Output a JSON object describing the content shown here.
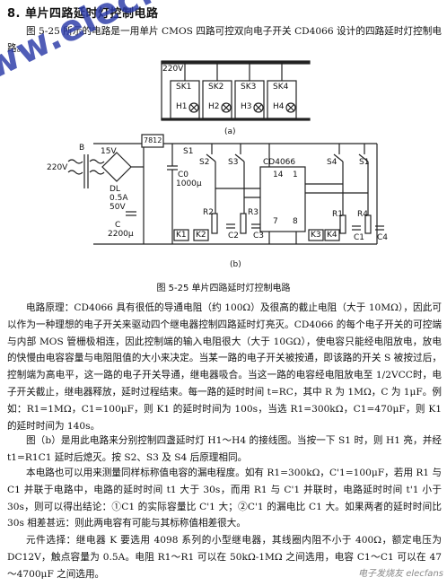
{
  "heading": "8. 单片四路延时灯控制电路",
  "intro": "图 5-25 所示的电路是一用单片 CMOS 四路可控双向电子开关 CD4066 设计的四路延时灯控制电路。",
  "figure": {
    "caption": "图 5-25   单片四路延时灯控制电路",
    "label_a": "(a)",
    "label_b": "(b)",
    "labels_a": [
      "220V",
      "SK1",
      "SK2",
      "SK3",
      "SK4",
      "H1",
      "H2",
      "H3",
      "H4"
    ],
    "labels_b": [
      "B",
      "15V",
      "220V",
      "DL",
      "0.5A",
      "50V",
      "C",
      "2200μ",
      "7812",
      "S1",
      "C0",
      "1000μ",
      "S2",
      "S3",
      "CD4066",
      "14",
      "1",
      "7",
      "8",
      "R2",
      "R3",
      "C2",
      "C3",
      "K2",
      "K3",
      "K1",
      "K4",
      "R1",
      "R4",
      "C1",
      "C4",
      "S4",
      "S1"
    ]
  },
  "paragraph1": "电路原理：CD4066 具有很低的导通电阻（约 100Ω）及很高的截止电阻（大于 10MΩ），因此可以作为一种理想的电子开关来驱动四个继电器控制四路延时灯亮灭。CD4066 的每个电子开关的可控端与内部 MOS 管栅极相连，因此控制端的输入电阻很大（大于 10GΩ），使电容只能经电阻放电，放电的快慢由电容容量与电阻阻值的大小来决定。当某一路的电子开关被按通，即该路的开关 S 被按过后，控制端为高电平，这一路的电子开关导通，继电器吸合。当这一路的电容经电阻放电至 1/2VCC时，电子开关截止，继电器释放，延时过程结束。每一路的延时时间 t=RC，其中 R 为 1MΩ，C 为 1μF。例如：R1=1MΩ，C1=100μF，则 K1 的延时时间为 100s，当选 R1=300kΩ，C1=470μF，则 K1 的延时时间为 140s。",
  "paragraph2": "图（b）是用此电路来分别控制四盏延时灯 H1～H4 的接线图。当按一下 S1 时，则 H1 亮，并经 t1=R1C1 延时后熄灭。按 S2、S3 及 S4 后原理相同。",
  "paragraph3": "本电路也可以用来测量同样标称值电容的漏电程度。如有 R1=300kΩ，C'1=100μF，若用 R1 与 C1 并联于电路中，电路的延时时间 t1 大于 30s，而用 R1 与 C'1 并联时，电路延时时间 t'1 小于 30s，则可以得出结论：①C1 的实际容量比 C'1 大；②C'1 的漏电比 C1 大。如果两者的延时时间比 30s 相差甚远：则此两电容有可能与其标称值相差很大。",
  "paragraph4": "元件选择：继电器 K 要选用 4098 系列的小型继电器，其线圈内阻不小于 400Ω，额定电压为 DC12V，触点容量为 0.5A。电阻 R1～R1 可以在 50kΩ-1MΩ 之间选用，电容 C1～C1 可以在 47～4700μF 之间选用。",
  "watermark": "www.elecfans.com",
  "watermark_corner": "电子发烧友 elecfans"
}
